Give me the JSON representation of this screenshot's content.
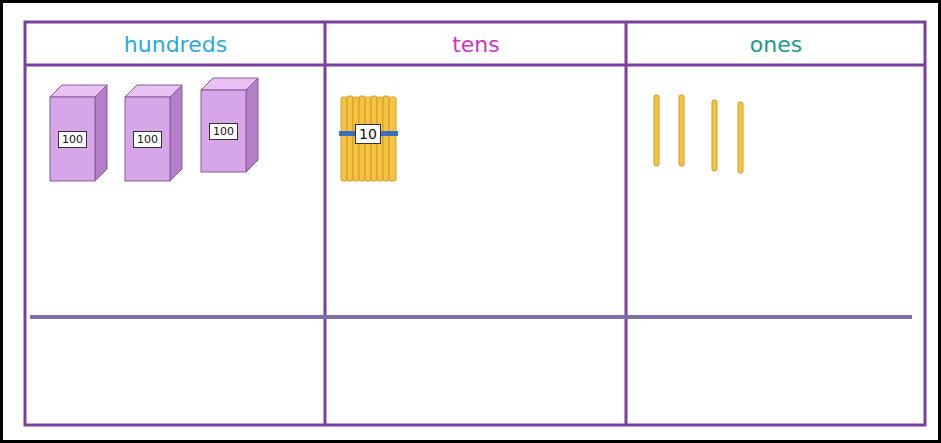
{
  "diagram": {
    "nodes": [
      {
        "text": [
          "hundreds"
        ]
      },
      {
        "text": [
          "tens"
        ]
      },
      {
        "text": [
          "ones"
        ]
      },
      {
        "text": [
          "100"
        ]
      },
      {
        "text": [
          "100"
        ]
      },
      {
        "text": [
          "100"
        ]
      },
      {
        "text": [
          "10"
        ]
      }
    ]
  }
}
